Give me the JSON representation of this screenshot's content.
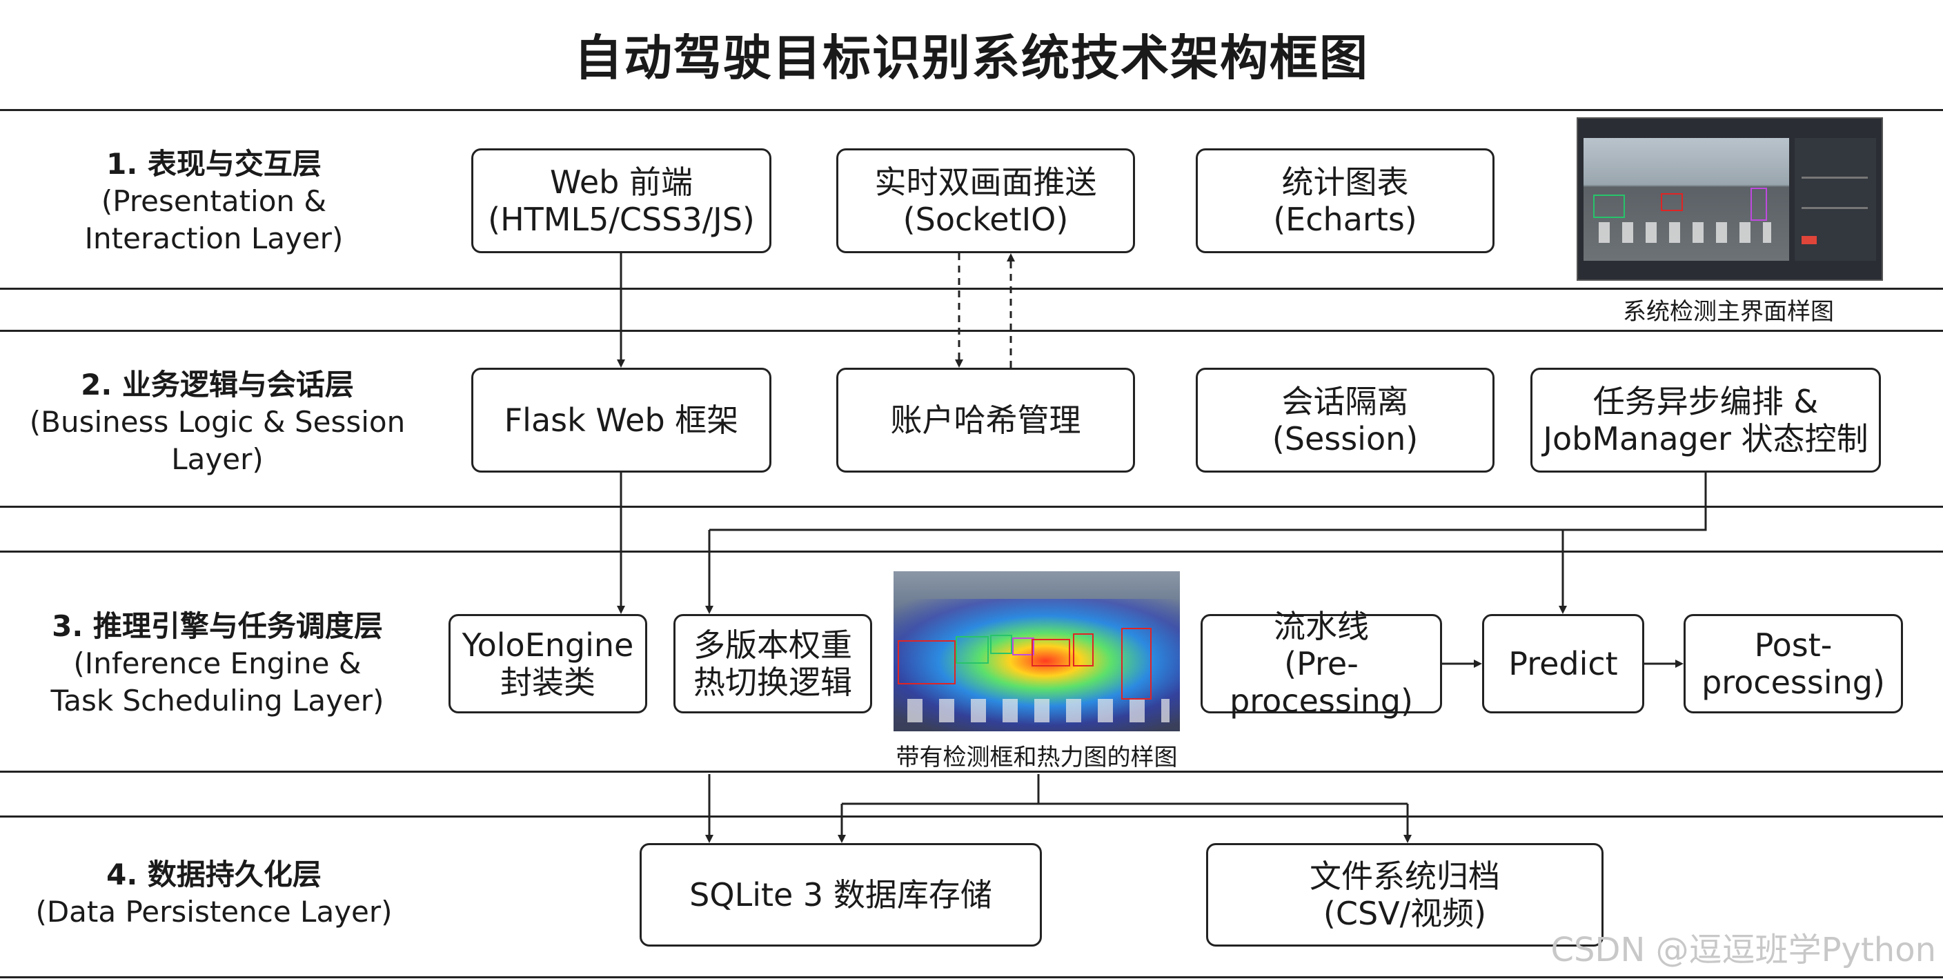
{
  "title": "自动驾驶目标识别系统技术架构框图",
  "layers": [
    {
      "zh": "1. 表现与交互层",
      "en": "(Presentation &\nInteraction Layer)"
    },
    {
      "zh": "2. 业务逻辑与会话层",
      "en": "(Business Logic & Session\nLayer)"
    },
    {
      "zh": "3. 推理引擎与任务调度层",
      "en": "(Inference Engine &\nTask Scheduling Layer)"
    },
    {
      "zh": "4. 数据持久化层",
      "en": "(Data Persistence Layer)"
    }
  ],
  "boxes": {
    "web_frontend": "Web 前端\n(HTML5/CSS3/JS)",
    "socketio": "实时双画面推送\n(SocketIO)",
    "echarts": "统计图表\n(Echarts)",
    "flask": "Flask Web 框架",
    "account_hash": "账户哈希管理",
    "session": "会话隔离\n(Session)",
    "jobmanager": "任务异步编排 &\nJobManager 状态控制",
    "yoloengine": "YoloEngine\n封装类",
    "hot_swap": "多版本权重\n热切换逻辑",
    "preprocess": "流水线\n(Pre-processing)",
    "predict": "Predict",
    "postprocess": "Post-\nprocessing)",
    "sqlite": "SQLite 3 数据库存储",
    "filesystem": "文件系统归档\n(CSV/视频)"
  },
  "captions": {
    "main_ui": "系统检测主界面样图",
    "heatmap": "带有检测框和热力图的样图"
  },
  "watermark": "CSDN @逗逗班学Python",
  "colors": {
    "line": "#222222",
    "heat_hot": "#ff3b1f",
    "heat_cool": "#2c3fc4",
    "bbox_red": "#e02424",
    "bbox_green": "#27c46b"
  }
}
